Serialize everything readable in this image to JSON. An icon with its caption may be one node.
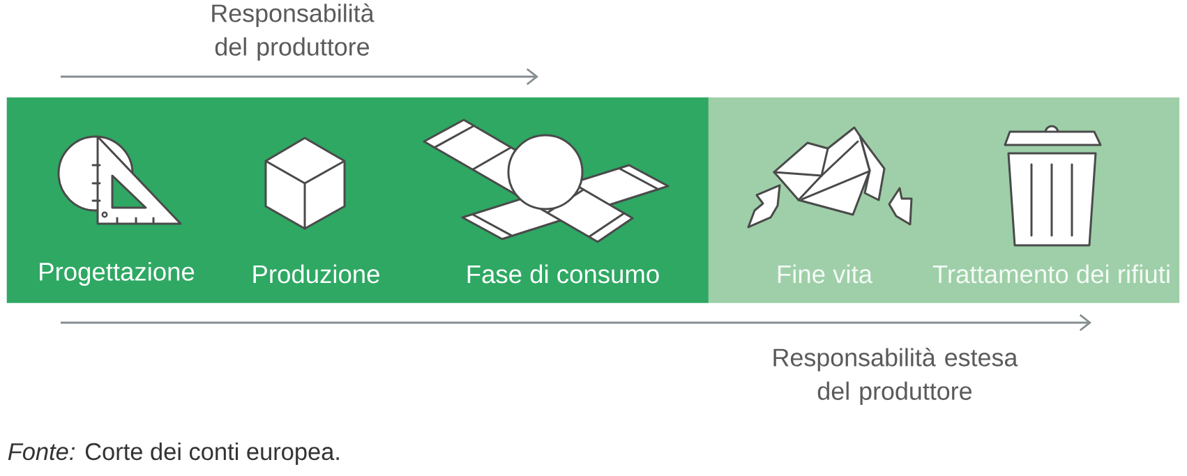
{
  "diagram": {
    "nodes": [
      {
        "text": [],
        "shape": "box"
      },
      {
        "text": [
          "Progettazione"
        ],
        "in": 0
      },
      {
        "text": [
          "Produzione"
        ],
        "in": 0
      },
      {
        "text": [
          "Fase di consumo"
        ],
        "in": 0
      },
      {
        "text": [],
        "shape": "box"
      },
      {
        "text": [
          "Fine vita"
        ],
        "in": 4
      },
      {
        "text": [
          "Trattamento dei rifiuti"
        ],
        "in": 4
      }
    ],
    "labels": [
      "Responsabilità del produttore",
      "Responsabilità estesa del produttore"
    ],
    "caption": "*Fonte:* Corte dei conti europea."
  }
}
